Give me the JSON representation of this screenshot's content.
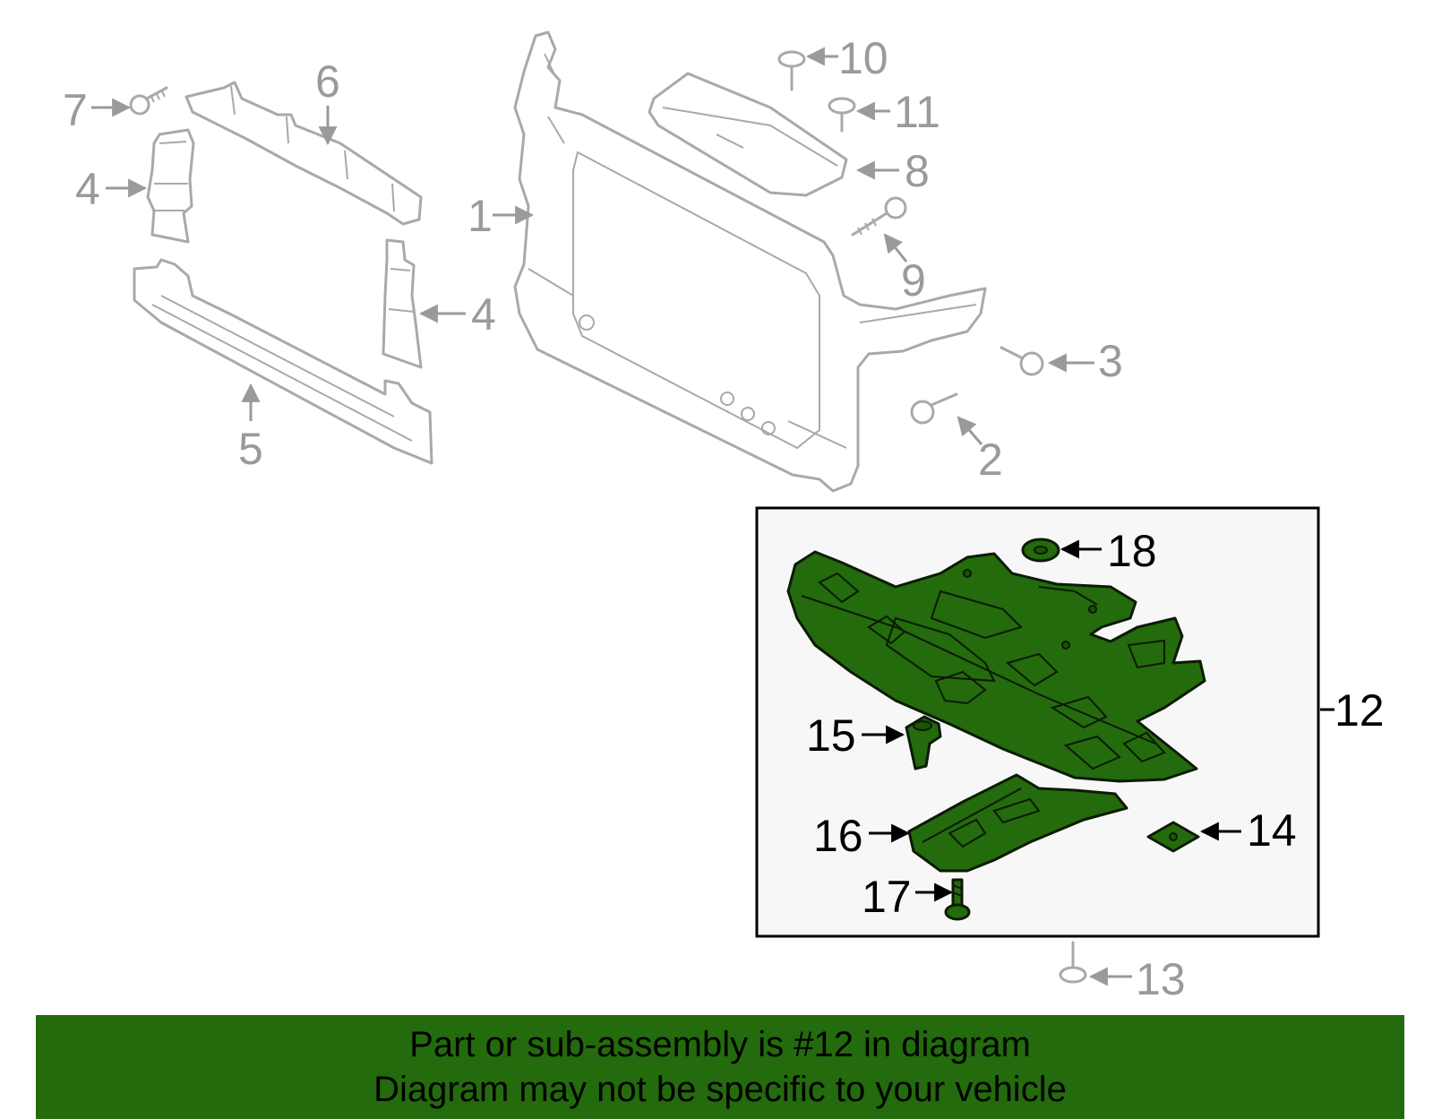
{
  "diagram": {
    "callouts": {
      "c1": "1",
      "c2": "2",
      "c3": "3",
      "c4a": "4",
      "c4b": "4",
      "c5": "5",
      "c6": "6",
      "c7": "7",
      "c8": "8",
      "c9": "9",
      "c10": "10",
      "c11": "11",
      "c12": "12",
      "c13": "13",
      "c14": "14",
      "c15": "15",
      "c16": "16",
      "c17": "17",
      "c18": "18"
    },
    "highlight_color": "#236b0c",
    "ghost_color": "#a9a9a9"
  },
  "banner": {
    "line1": "Part or sub-assembly is #12 in diagram",
    "line2": "Diagram may not be specific to your vehicle",
    "background": "#236b0c"
  }
}
